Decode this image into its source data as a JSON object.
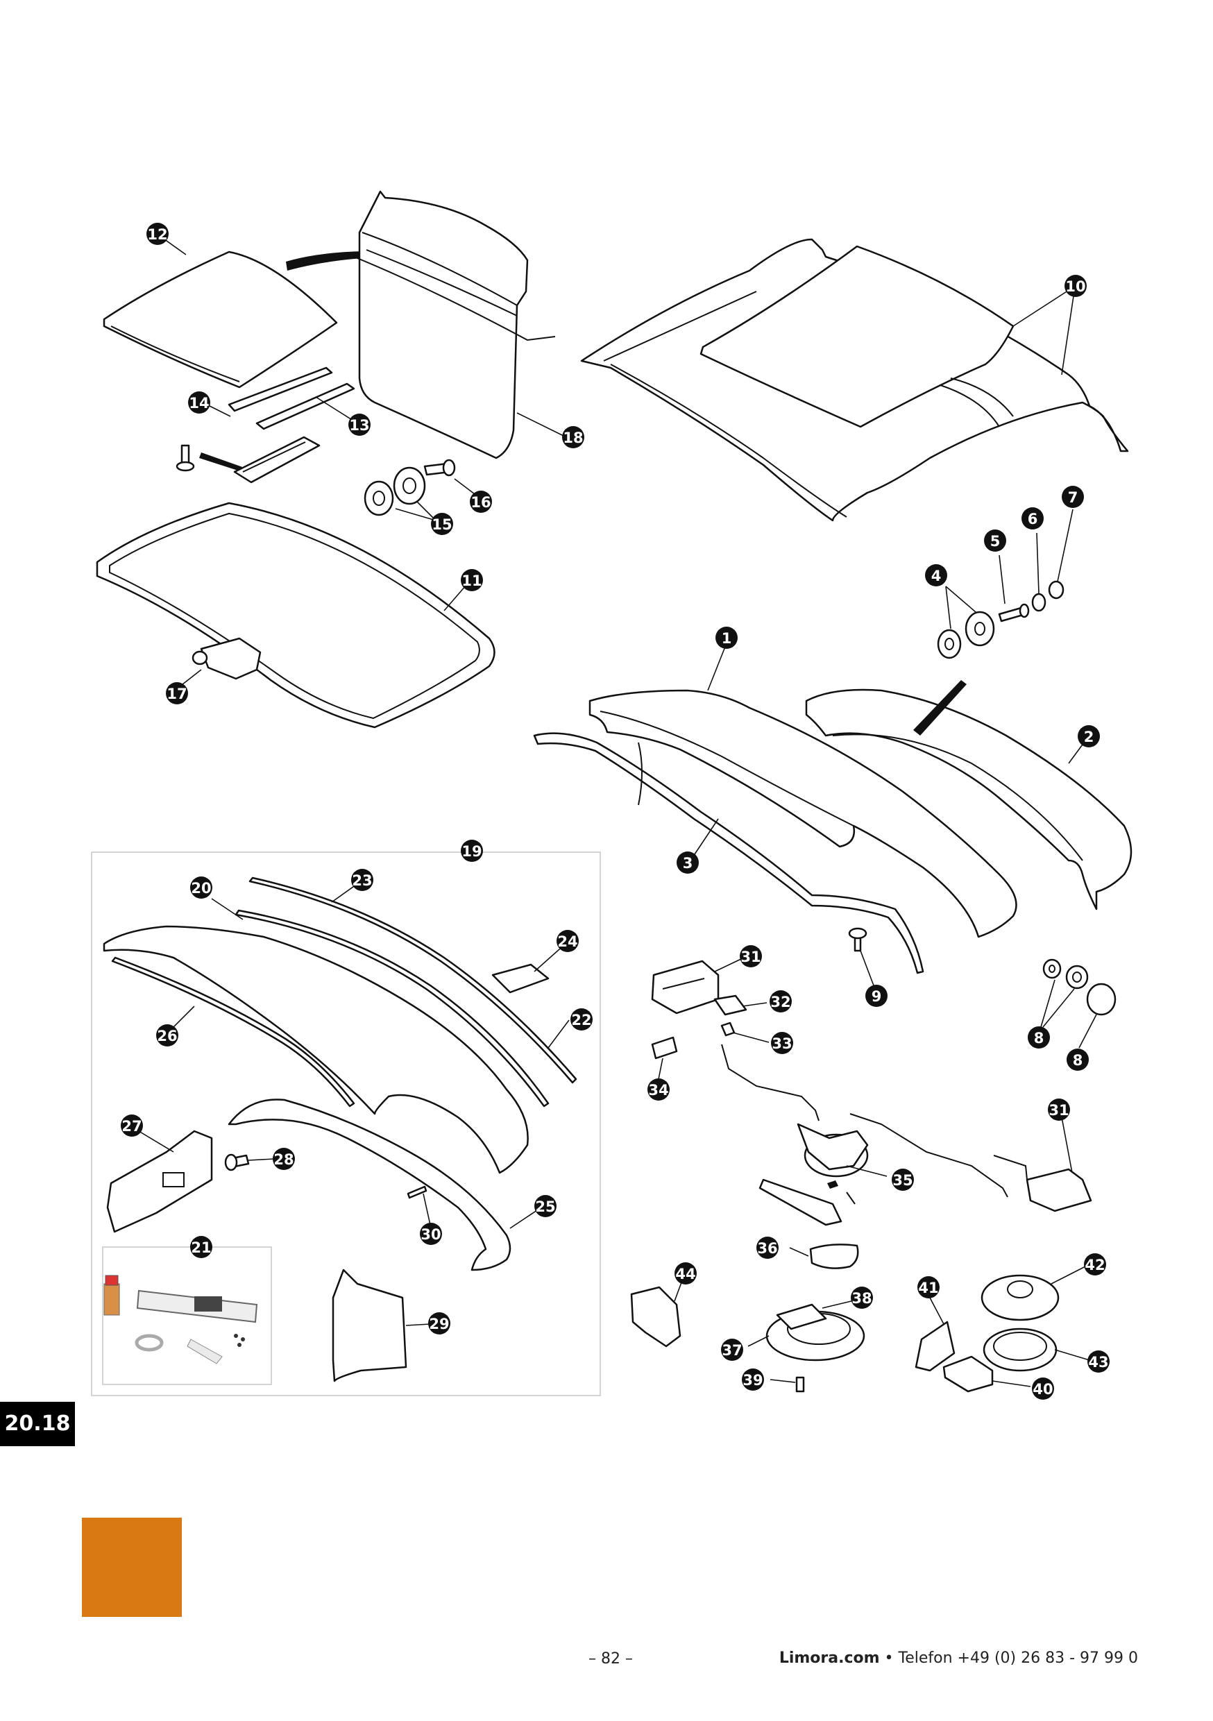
{
  "section_tab": "20.18",
  "page_number": "– 82 –",
  "footer": {
    "brand": "Limora.com",
    "separator": " • ",
    "phone": "Telefon +49 (0) 26 83 - 97 99 0"
  },
  "accent_color": "#D87914",
  "callouts": [
    "1",
    "2",
    "3",
    "4",
    "5",
    "6",
    "7",
    "8",
    "8",
    "9",
    "10",
    "11",
    "12",
    "13",
    "14",
    "15",
    "16",
    "17",
    "18",
    "19",
    "20",
    "21",
    "22",
    "23",
    "24",
    "25",
    "26",
    "27",
    "28",
    "29",
    "30",
    "31",
    "31",
    "32",
    "33",
    "34",
    "35",
    "36",
    "37",
    "38",
    "39",
    "40",
    "41",
    "42",
    "43",
    "44"
  ]
}
